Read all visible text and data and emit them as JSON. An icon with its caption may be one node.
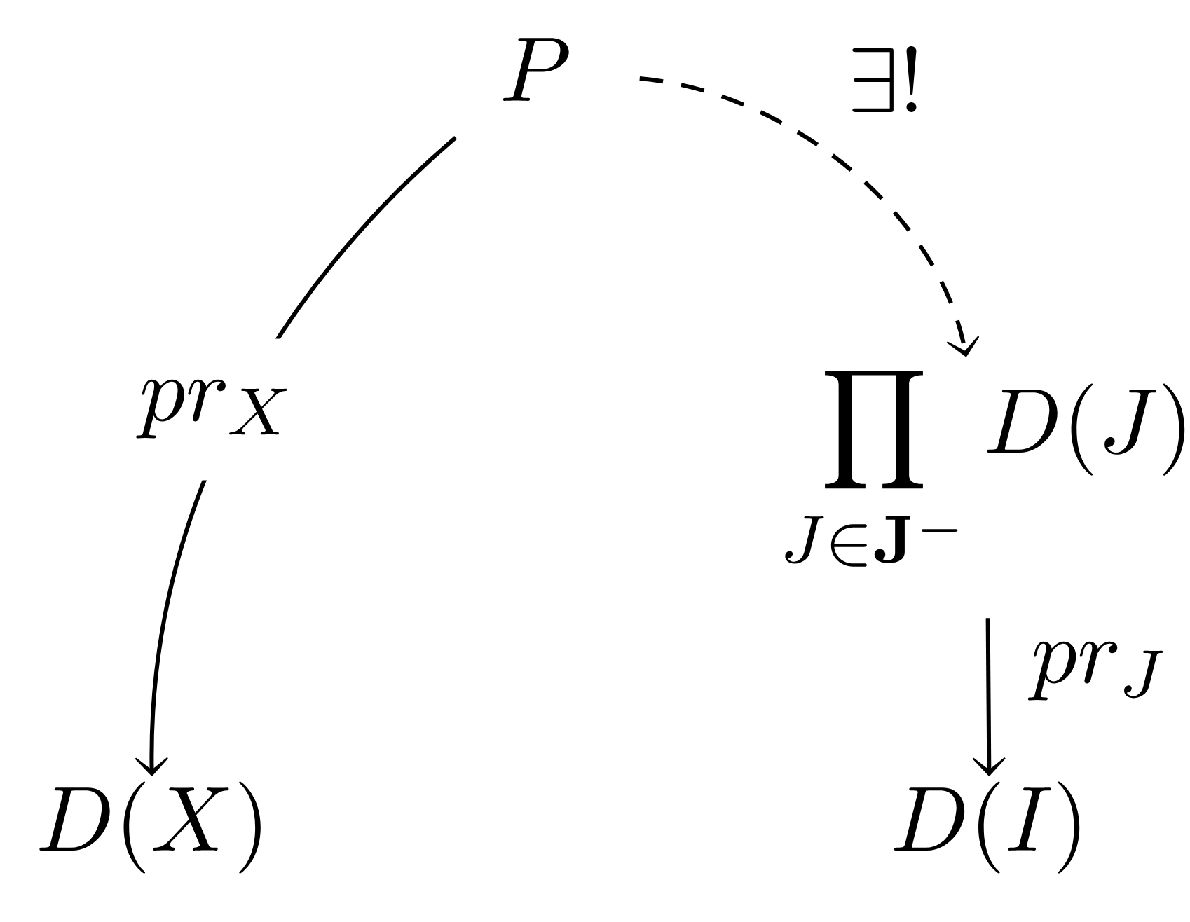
{
  "diagram": {
    "nodes": [
      {
        "text": [
          "P"
        ]
      },
      {
        "text": [
          "\\prod_{J\\in\\mathbf{J}^-} D(J)"
        ]
      },
      {
        "text": [
          "D(X)"
        ]
      },
      {
        "text": [
          "D(I)"
        ]
      }
    ],
    "edges": [
      {
        "from": 0,
        "to": 2,
        "arrow": "to",
        "label": "pr_X"
      },
      {
        "from": 0,
        "to": 1,
        "arrow": "to",
        "label": "\\exists!",
        "style": "dashed"
      },
      {
        "from": 1,
        "to": 3,
        "arrow": "to",
        "label": "pr_J"
      }
    ]
  }
}
